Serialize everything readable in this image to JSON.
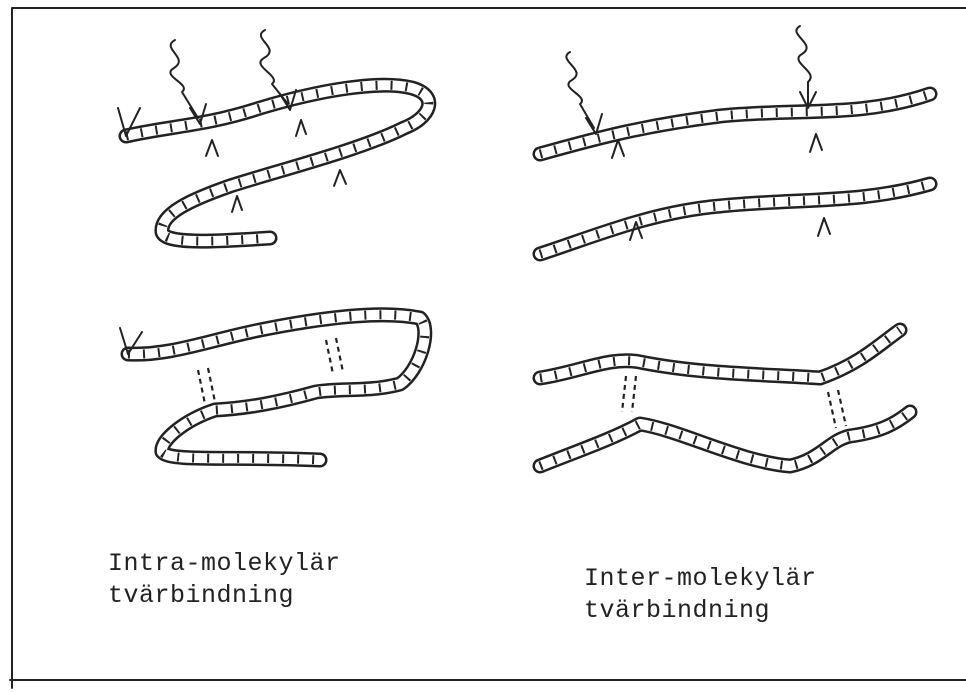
{
  "captions": {
    "intra_line1": "Intra-molekylär",
    "intra_line2": "tvärbindning",
    "inter_line1": "Inter-molekylär",
    "inter_line2": "tvärbindning"
  },
  "colors": {
    "ink": "#222222",
    "background": "#ffffff"
  }
}
